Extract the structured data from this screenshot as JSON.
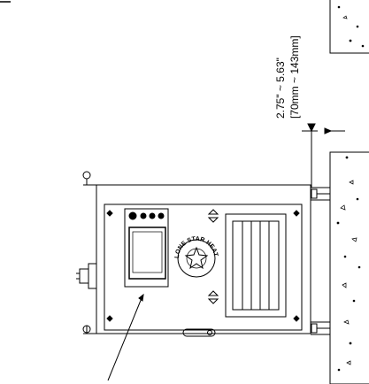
{
  "dimension": {
    "inches": "2.75\" ~ 5.63\"",
    "millimeters": "[70mm ~ 143mm]"
  },
  "logo": {
    "text": "LONE STAR HEAT"
  },
  "icons": {
    "compass": "compass-star-icon",
    "arrows": "double-arrow-icon"
  }
}
